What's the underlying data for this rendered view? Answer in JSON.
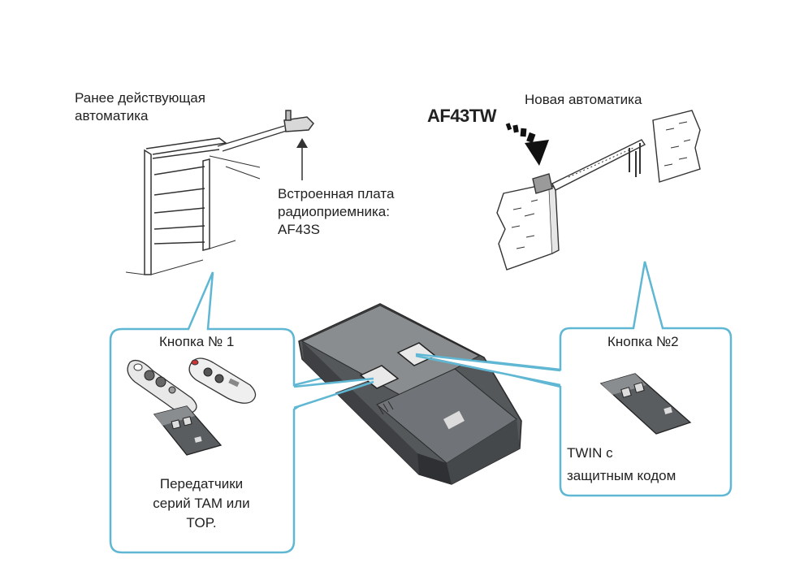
{
  "labels": {
    "old_automation": "Ранее действующая\nавтоматика",
    "receiver_board": "Встроенная плата\nрадиоприемника:\nAF43S",
    "model": "AF43TW",
    "new_automation": "Новая автоматика",
    "button1": "Кнопка № 1",
    "button2": "Кнопка №2",
    "transmitters": "Передатчики\nсерий TAM или\nTOP.",
    "twin": "TWIN с\nзащитным кодом"
  },
  "colors": {
    "callout": "#5fb7d3",
    "device_dark": "#5e6164",
    "device_light": "#8a8d90",
    "line": "#555555"
  },
  "icons": {
    "arrow": "arrow-up-icon",
    "motion": "motion-arrow-icon"
  }
}
